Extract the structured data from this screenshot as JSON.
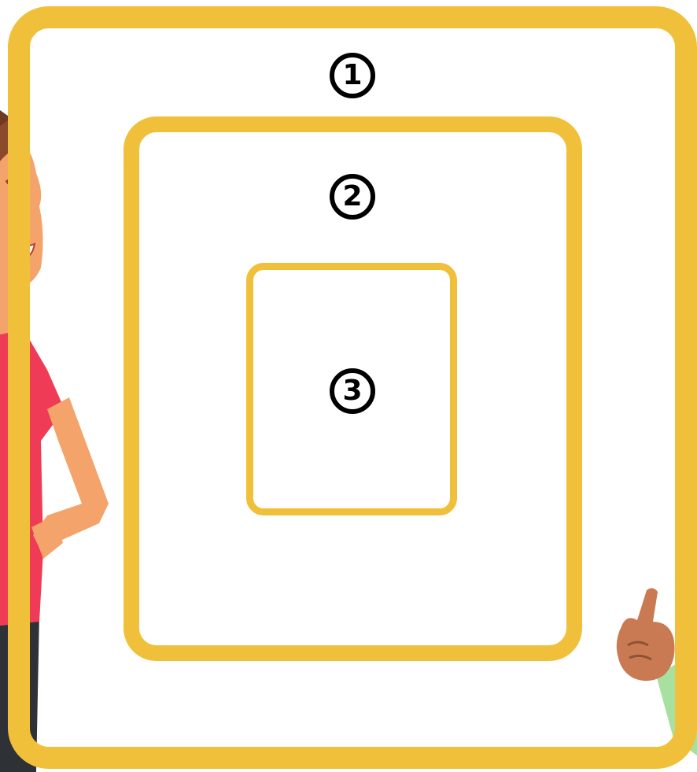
{
  "diagram": {
    "labels": {
      "outer": "1",
      "middle": "2",
      "inner": "3"
    },
    "frame_color": "#F0C03A",
    "label_color": "#000000",
    "background_color": "#FFFFFF"
  },
  "decorations": {
    "left_character": "cartoon-man-icon",
    "right_character": "pointing-hand-icon",
    "left_character_colors": {
      "skin": "#F4A46A",
      "hair": "#8B4A2B",
      "shirt": "#EF3B55",
      "pants": "#2E3135"
    },
    "right_character_colors": {
      "skin": "#C97A52",
      "sleeve": "#A7E0A0"
    }
  }
}
